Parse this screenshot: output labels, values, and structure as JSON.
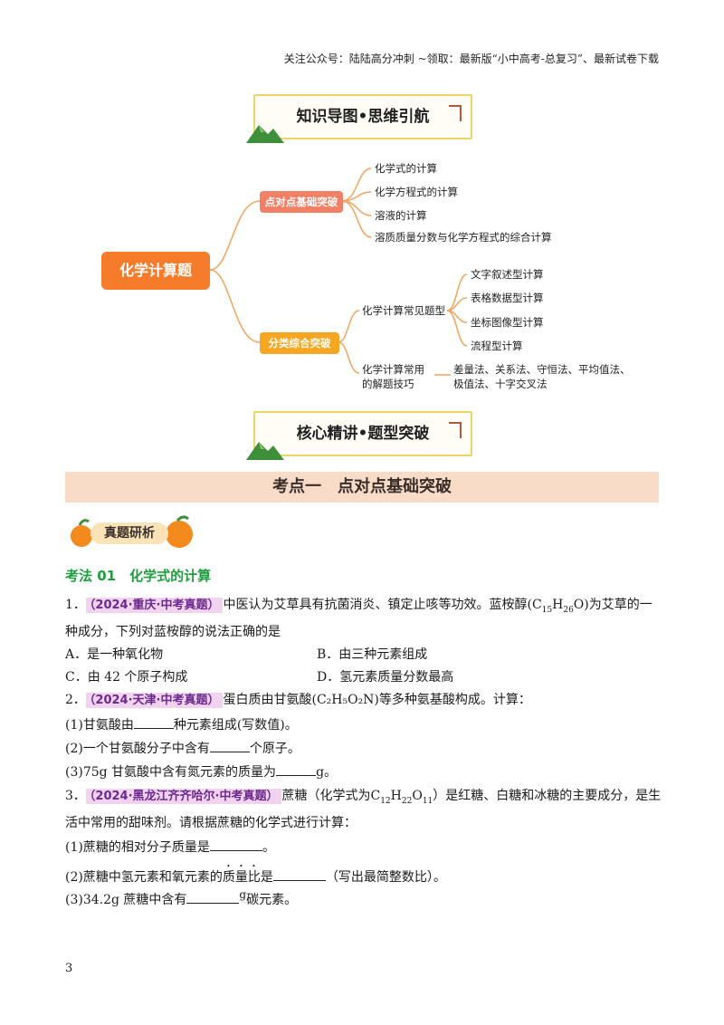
{
  "header": {
    "note": "关注公众号：陆陆高分冲刺 ~领取：最新版“小中高考-总复习”、最新试卷下载"
  },
  "banners": {
    "mindmap": "知识导图•思维引航",
    "core": "核心精讲•题型突破"
  },
  "mindmap": {
    "root": "化学计算题",
    "branch1": {
      "label": "点对点基础突破",
      "items": [
        "化学式的计算",
        "化学方程式的计算",
        "溶液的计算",
        "溶质质量分数与化学方程式的综合计算"
      ]
    },
    "branch2": {
      "label": "分类综合突破",
      "sub1": {
        "label": "化学计算常见题型",
        "items": [
          "文字叙述型计算",
          "表格数据型计算",
          "坐标图像型计算",
          "流程型计算"
        ]
      },
      "sub2": {
        "label_line1": "化学计算常用",
        "label_line2": "的解题技巧",
        "methods_line1": "差量法、关系法、守恒法、平均值法、",
        "methods_line2": "极值法、十字交叉法"
      }
    }
  },
  "section_title": "考点一　点对点基础突破",
  "badge": "真题研析",
  "method_title": "考法 01　化学式的计算",
  "q1": {
    "num": "1．",
    "tag": "（2024·重庆·中考真题）",
    "text_a": "中医认为艾草具有抗菌消炎、镇定止咳等功效。蓝桉醇",
    "text_b": "为艾草的一",
    "text_c": "种成分，下列对蓝桉醇的说法正确的是",
    "options": [
      "A．是一种氧化物",
      "B．由三种元素组成",
      "C．由 42 个原子构成",
      "D．氢元素质量分数最高"
    ]
  },
  "q2": {
    "num": "2．",
    "tag": "（2024·天津·中考真题）",
    "text": "蛋白质由甘氨酸(C₂H₅O₂N)等多种氨基酸构成。计算：",
    "p1a": "(1)甘氨酸由",
    "p1b": "种元素组成(写数值)。",
    "p2a": "(2)一个甘氨酸分子中含有",
    "p2b": "个原子。",
    "p3a": "(3)75g 甘氨酸中含有氮元素的质量为",
    "p3b": "g。"
  },
  "q3": {
    "num": "3．",
    "tag": "（2024·黑龙江齐齐哈尔·中考真题）",
    "text_a": "蔗糖（化学式为",
    "text_b": "）是红糖、白糖和冰糖的主要成分，是生",
    "text_c": "活中常用的甜味剂。请根据蔗糖的化学式进行计算：",
    "p1a": "(1)蔗糖的相对分子质量是",
    "p1b": "。",
    "p2a": "(2)蔗糖中氢元素和氧元素的",
    "p2dot": "质量比",
    "p2b": "是",
    "p2c": "（写出最简整数比）。",
    "p3a": "(3)34.2g 蔗糖中含有",
    "p3g": "g",
    "p3b": "碳元素。"
  },
  "page_number": "3",
  "colors": {
    "accent_orange": "#f47c2a",
    "tag_bg": "#f1d3ef",
    "section_bg": "#f8dcc7",
    "method_green": "#1e9c3e"
  }
}
